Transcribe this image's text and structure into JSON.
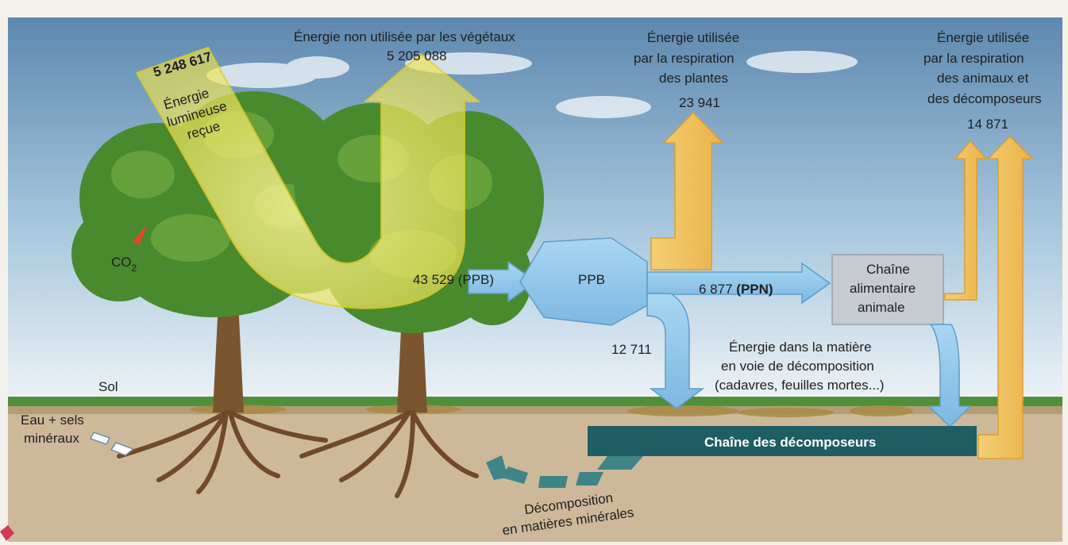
{
  "labels": {
    "light_value": "5 248 617",
    "light_received": [
      "Énergie",
      "lumineuse",
      "reçue"
    ],
    "unused_title": "Énergie non utilisée par les végétaux",
    "unused_value": "5 205 088",
    "plant_resp_title": [
      "Énergie utilisée",
      "par la respiration",
      "des plantes"
    ],
    "plant_resp_value": "23 941",
    "animal_resp_title": [
      "Énergie utilisée",
      "par la respiration",
      "des animaux et",
      "des décomposeurs"
    ],
    "animal_resp_value": "14 871",
    "ppb_flow": "43 529 (PPB)",
    "ppb_box": "PPB",
    "ppn_value": "6 877",
    "ppn_tag": "(PPN)",
    "food_chain": [
      "Chaîne",
      "alimentaire",
      "animale"
    ],
    "decomp_flow": "12 711",
    "decomp_matter": [
      "Énergie dans la matière",
      "en voie de décomposition",
      "(cadavres, feuilles mortes...)"
    ],
    "decomposers": "Chaîne des décomposeurs",
    "soil": "Sol",
    "water_salts": [
      "Eau + sels",
      "minéraux"
    ],
    "co2": "CO",
    "co2_sub": "2",
    "mineral_decomp": [
      "Décomposition",
      "en matières minérales"
    ]
  },
  "colors": {
    "sky_top": "#5b86ad",
    "sky_bottom": "#eaf1f6",
    "ground": "#ccb797",
    "grass": "#4f8f3a",
    "tree_green": "#4a8a2f",
    "trunk": "#7a5630",
    "yellow_flow": "#f1e34a",
    "orange_flow": "#f2c25b",
    "blue_flow": "#8ec5ea",
    "teal_bar": "#1e5d63",
    "grey_box": "#c6cbd1"
  }
}
